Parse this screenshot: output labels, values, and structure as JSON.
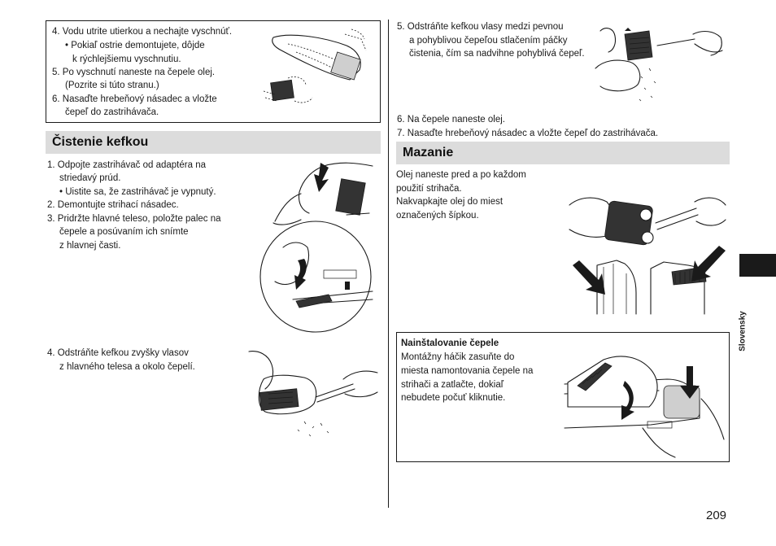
{
  "top_box": {
    "step4": "4.  Vodu utrite utierkou a nechajte vyschnúť.",
    "step4_bullet_1": "•  Pokiaľ ostrie demontujete, dôjde",
    "step4_bullet_2": "k rýchlejšiemu vyschnutiu.",
    "step5_1": "5.  Po vyschnutí naneste na čepele olej.",
    "step5_2": "(Pozrite si túto stranu.)",
    "step6_1": "6.  Nasaďte hrebeňový násadec a vložte",
    "step6_2": "čepeľ do zastrihávača."
  },
  "cleaning_brush": {
    "title": "Čistenie kefkou",
    "step1_1": "1.  Odpojte zastrihávač od adaptéra na",
    "step1_2": "striedavý prúd.",
    "step1_bullet": "•  Uistite sa, že zastrihávač je vypnutý.",
    "step2": "2.  Demontujte strihací násadec.",
    "step3_1": "3.  Pridržte hlavné teleso, položte palec na",
    "step3_2": "čepele a posúvaním ich snímte",
    "step3_3": "z hlavnej časti.",
    "step4_1": "4.  Odstráňte kefkou zvyšky vlasov",
    "step4_2": "z hlavného telesa a okolo čepelí."
  },
  "right_steps": {
    "step5_1": "5.  Odstráňte kefkou vlasy medzi pevnou",
    "step5_2": "a pohyblivou čepeľou stlačením páčky",
    "step5_3": "čistenia, čím sa nadvihne pohyblivá čepeľ.",
    "step6": "6.  Na čepele naneste olej.",
    "step7": "7.  Nasaďte hrebeňový násadec a vložte čepeľ do zastrihávača."
  },
  "oiling": {
    "title": "Mazanie",
    "line1": "Olej naneste pred a po každom",
    "line2": "použití strihača.",
    "line3": "Nakvapkajte olej do miest",
    "line4": "označených šípkou."
  },
  "install_blade": {
    "title": "Nainštalovanie čepele",
    "line1": "Montážny háčik zasuňte do",
    "line2": "miesta namontovania čepele na",
    "line3": "strihači a zatlačte, dokiaľ",
    "line4": "nebudete počuť kliknutie."
  },
  "side_tab": {
    "label": "Slovensky"
  },
  "page_number": "209"
}
